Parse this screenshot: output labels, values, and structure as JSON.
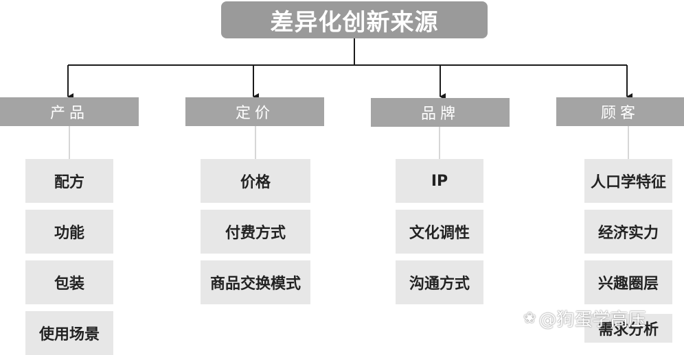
{
  "root": {
    "label": "差异化创新来源"
  },
  "columns": [
    {
      "category": "产品",
      "items": [
        "配方",
        "功能",
        "包装",
        "使用场景"
      ]
    },
    {
      "category": "定价",
      "items": [
        "价格",
        "付费方式",
        "商品交换模式"
      ]
    },
    {
      "category": "品牌",
      "items": [
        "IP",
        "文化调性",
        "沟通方式"
      ]
    },
    {
      "category": "顾客",
      "items": [
        "人口学特征",
        "经济实力",
        "兴趣圈层",
        "需求分析"
      ]
    }
  ],
  "watermark": {
    "text": "@狗蛋学高压",
    "icon": "paw-icon"
  },
  "colors": {
    "root_bg": "#9a9a9a",
    "category_bg": "#a4a4a4",
    "leaf_bg": "#e7e7e7",
    "connector": "#1a1a1a"
  }
}
